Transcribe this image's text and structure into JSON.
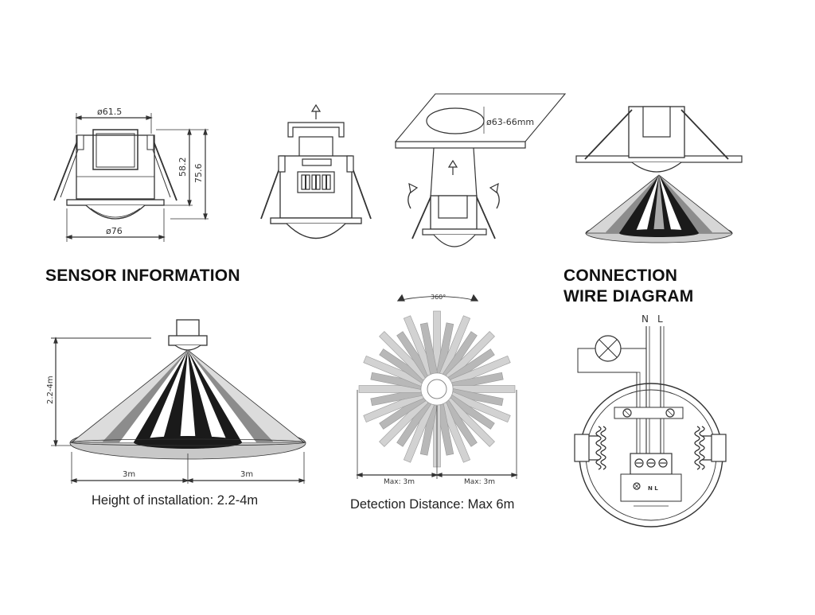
{
  "dimensions": {
    "top_diameter": "ø61.5",
    "bottom_diameter": "ø76",
    "body_height": "58.2",
    "total_height": "75.6",
    "cutout": "ø63-66mm"
  },
  "sensor_section": {
    "title": "SENSOR INFORMATION",
    "height_label": "2.2-4m",
    "left_range": "3m",
    "right_range": "3m",
    "caption": "Height of installation: 2.2-4m"
  },
  "detection_pattern": {
    "angle_label": "360°",
    "left_max": "Max: 3m",
    "right_max": "Max: 3m",
    "caption": "Detection Distance: Max 6m"
  },
  "wiring": {
    "title_line1": "CONNECTION",
    "title_line2": "WIRE DIAGRAM",
    "neutral": "N",
    "live": "L",
    "terminal_label": "N L"
  },
  "colors": {
    "line": "#333333",
    "dark_fill": "#1a1a1a",
    "mid_fill": "#8c8c8c",
    "light_fill": "#d0d0d0"
  }
}
